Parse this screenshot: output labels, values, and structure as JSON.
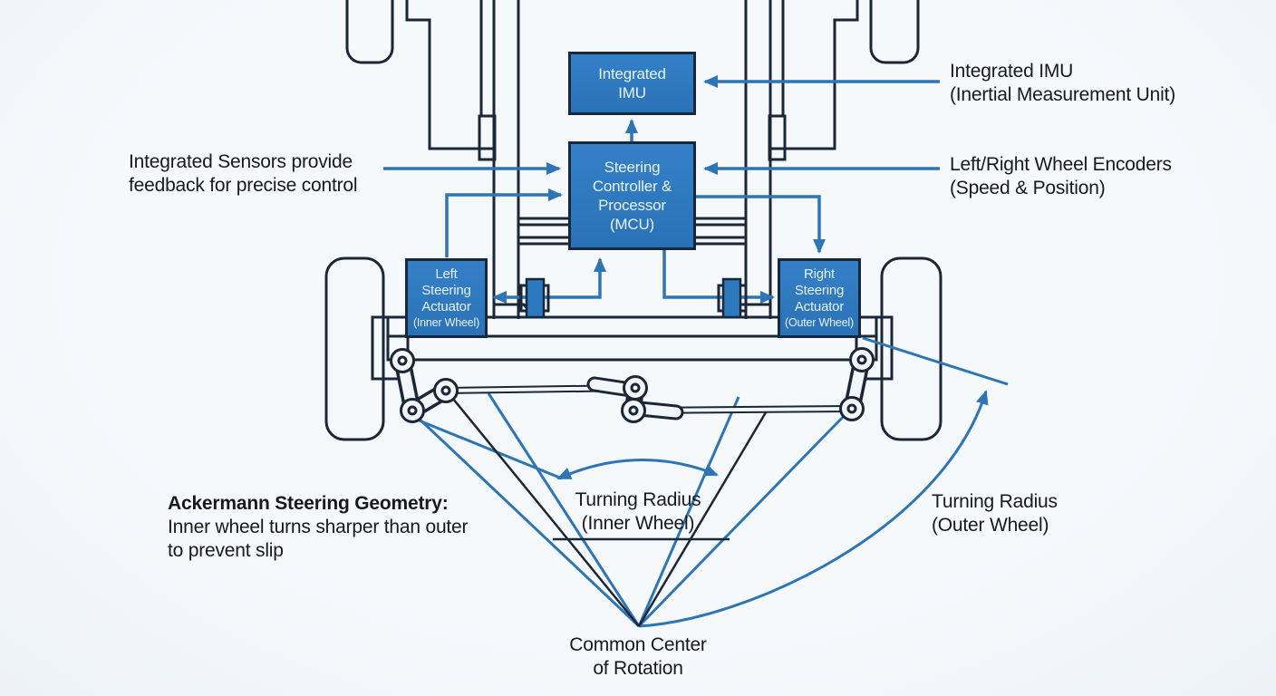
{
  "colors": {
    "accent_blue": "#2e75b5",
    "box_fill": "#2d79c0",
    "box_border": "#17283a",
    "chassis_line": "#1b2736",
    "background": "#f3f6f9",
    "label_text": "#17191d"
  },
  "boxes": {
    "imu": {
      "lines": [
        "Integrated",
        "IMU"
      ]
    },
    "mcu": {
      "lines": [
        "Steering",
        "Controller &",
        "Processor",
        "(MCU)"
      ]
    },
    "left_actuator": {
      "lines": [
        "Left",
        "Steering",
        "Actuator"
      ],
      "subline": "(Inner Wheel)"
    },
    "right_actuator": {
      "lines": [
        "Right",
        "Steering",
        "Actuator"
      ],
      "subline": "(Outer Wheel)"
    }
  },
  "labels": {
    "integrated_sensors": {
      "line1": "Integrated Sensors provide",
      "line2": "feedback for precise control"
    },
    "imu": {
      "line1": "Integrated IMU",
      "line2": "(Inertial Measurement Unit)"
    },
    "encoders": {
      "line1": "Left/Right Wheel Encoders",
      "line2": "(Speed & Position)"
    },
    "ackermann": {
      "title": "Ackermann Steering Geometry:",
      "line2": "Inner wheel turns sharper than outer",
      "line3": "to prevent slip"
    },
    "turning_radius_inner": {
      "line1": "Turning Radius",
      "line2": "(Inner Wheel)"
    },
    "turning_radius_outer": {
      "line1": "Turning Radius",
      "line2": "(Outer Wheel)"
    },
    "common_center": {
      "line1": "Common Center",
      "line2": "of Rotation"
    }
  }
}
